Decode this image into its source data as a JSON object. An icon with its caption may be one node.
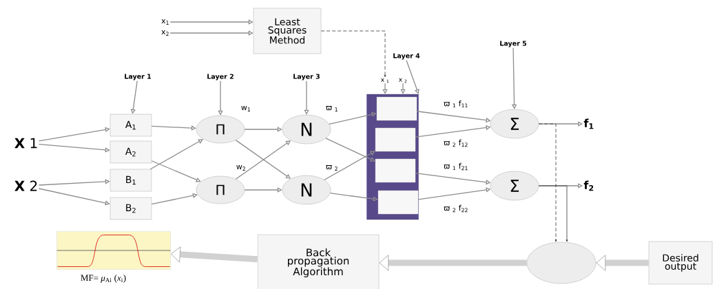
{
  "diagram": {
    "nodes": [
      {
        "text": [
          "x$_{1}$"
        ]
      },
      {
        "text": [
          "x$_{2}$"
        ]
      },
      {
        "text": [
          "Least Squares Method"
        ]
      },
      {
        "text": [
          "Layer 1"
        ]
      },
      {
        "text": [
          "Layer 2"
        ]
      },
      {
        "text": [
          "Layer 3"
        ]
      },
      {
        "text": [
          "Layer 4"
        ]
      },
      {
        "text": [
          "Layer 5"
        ]
      },
      {
        "text": [
          "x $_{1}$"
        ]
      },
      {
        "text": [
          "x $_{2}$"
        ]
      },
      {
        "text": [],
        "shape": "box"
      },
      {
        "text": [],
        "shape": "box",
        "in": 10
      },
      {
        "text": [],
        "shape": "box",
        "in": 10
      },
      {
        "text": [],
        "shape": "box",
        "in": 10
      },
      {
        "text": [],
        "shape": "box",
        "in": 10
      },
      {
        "text": [
          "**X** 1"
        ]
      },
      {
        "text": [
          "A$_{1}$"
        ]
      },
      {
        "text": [
          "Π"
        ],
        "beside": [
          "w$_{1}$"
        ]
      },
      {
        "text": [
          "N"
        ],
        "beside": [
          "ϖ $_{1}$"
        ]
      },
      {
        "text": [
          "Σ"
        ]
      },
      {
        "text": [
          "f$_{1}$"
        ]
      },
      {
        "text": [
          "A$_{2}$"
        ]
      },
      {
        "text": [
          "B$_{1}$"
        ]
      },
      {
        "text": [
          "**X** 2"
        ]
      },
      {
        "text": [
          "Π"
        ],
        "beside": [
          "w$_{2}$"
        ]
      },
      {
        "text": [
          "N"
        ],
        "beside": [
          "ϖ $_{2}$"
        ]
      },
      {
        "text": [
          "Σ"
        ]
      },
      {
        "text": [
          "f$_{2}$"
        ]
      },
      {
        "text": [
          "B$_{2}$"
        ]
      },
      {
        "text": [],
        "shape": "picture",
        "beside": [
          "MF= *μ*$_{Ai}$ (*x*$_{i}$)"
        ]
      },
      {
        "text": [
          "Back propagation Algorithm"
        ]
      },
      {
        "text": [],
        "shape": "circle"
      },
      {
        "text": [
          "Desired output"
        ]
      }
    ],
    "edges": [
      {
        "from": 0,
        "to": 2,
        "arrow": "to"
      },
      {
        "from": 1,
        "to": 2,
        "arrow": "to"
      },
      {
        "from": 2,
        "to": 8,
        "arrow": "to",
        "style": "dashed",
        "color": "#333333"
      },
      {
        "from": 3,
        "to": 16,
        "arrow": "to"
      },
      {
        "from": 4,
        "to": 17,
        "arrow": "to"
      },
      {
        "from": 5,
        "to": 18,
        "arrow": "to"
      },
      {
        "from": 6,
        "to": 10,
        "arrow": "to"
      },
      {
        "from": 7,
        "to": 19,
        "arrow": "to"
      },
      {
        "from": 8,
        "to": 10,
        "arrow": "to"
      },
      {
        "from": 9,
        "to": 10,
        "arrow": "to"
      },
      {
        "from": 15,
        "to": 16,
        "arrow": "to"
      },
      {
        "from": 15,
        "to": 21,
        "arrow": "to"
      },
      {
        "from": 23,
        "to": 22,
        "arrow": "to"
      },
      {
        "from": 23,
        "to": 28,
        "arrow": "to"
      },
      {
        "from": 16,
        "to": 17,
        "arrow": "to"
      },
      {
        "from": 21,
        "to": 24,
        "arrow": "to"
      },
      {
        "from": 22,
        "to": 17,
        "arrow": "to"
      },
      {
        "from": 28,
        "to": 24,
        "arrow": "to"
      },
      {
        "from": 17,
        "to": 18,
        "arrow": "to"
      },
      {
        "from": 17,
        "to": 25,
        "arrow": "to"
      },
      {
        "from": 24,
        "to": 18,
        "arrow": "to"
      },
      {
        "from": 24,
        "to": 25,
        "arrow": "to"
      },
      {
        "from": 18,
        "to": 11,
        "arrow": "to"
      },
      {
        "from": 18,
        "to": 13,
        "arrow": "to"
      },
      {
        "from": 25,
        "to": 12,
        "arrow": "to"
      },
      {
        "from": 25,
        "to": 14,
        "arrow": "to"
      },
      {
        "from": 11,
        "to": 19,
        "arrow": "to",
        "label": "ϖ $_{1}$ f$_{11}$"
      },
      {
        "from": 12,
        "to": 19,
        "arrow": "to",
        "label": "ϖ $_{2}$ f$_{12}$"
      },
      {
        "from": 13,
        "to": 26,
        "arrow": "to",
        "label": "ϖ $_{1}$ f$_{21}$"
      },
      {
        "from": 14,
        "to": 26,
        "arrow": "to",
        "label": "ϖ $_{2}$ f$_{22}$"
      },
      {
        "from": 19,
        "to": 20,
        "arrow": "to"
      },
      {
        "from": 26,
        "to": 27,
        "arrow": "to"
      },
      {
        "from": 19,
        "to": 31,
        "arrow": "to",
        "style": "dashed",
        "color": "#333333"
      },
      {
        "from": 26,
        "to": 31,
        "arrow": "to",
        "color": "#333333"
      },
      {
        "from": 32,
        "to": 31,
        "arrow": "to",
        "style": "thick"
      },
      {
        "from": 31,
        "to": 30,
        "arrow": "to",
        "style": "thick"
      },
      {
        "from": 30,
        "to": 29,
        "arrow": "to",
        "style": "thick"
      }
    ]
  }
}
